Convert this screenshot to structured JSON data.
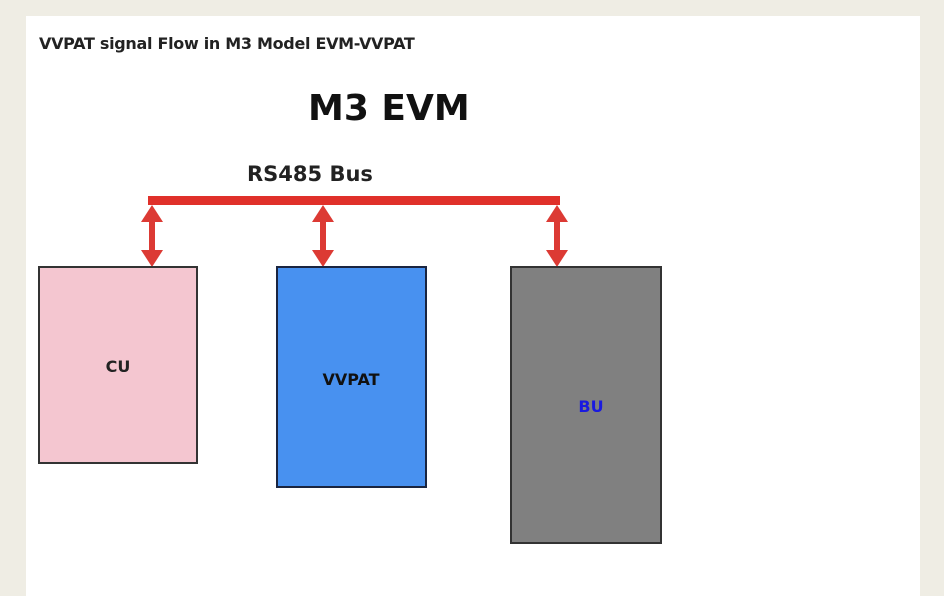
{
  "heading": "VVPAT signal Flow in M3 Model EVM-VVPAT",
  "diagram": {
    "title": "M3 EVM",
    "bus_label": "RS485 Bus",
    "colors": {
      "bus": "#e0302a",
      "cu": "#f4c6d0",
      "vvpat": "#4891f0",
      "bu": "#808080",
      "bu_text": "#1a1adf"
    },
    "units": [
      {
        "label": "CU"
      },
      {
        "label": "VVPAT"
      },
      {
        "label": "BU"
      }
    ]
  }
}
